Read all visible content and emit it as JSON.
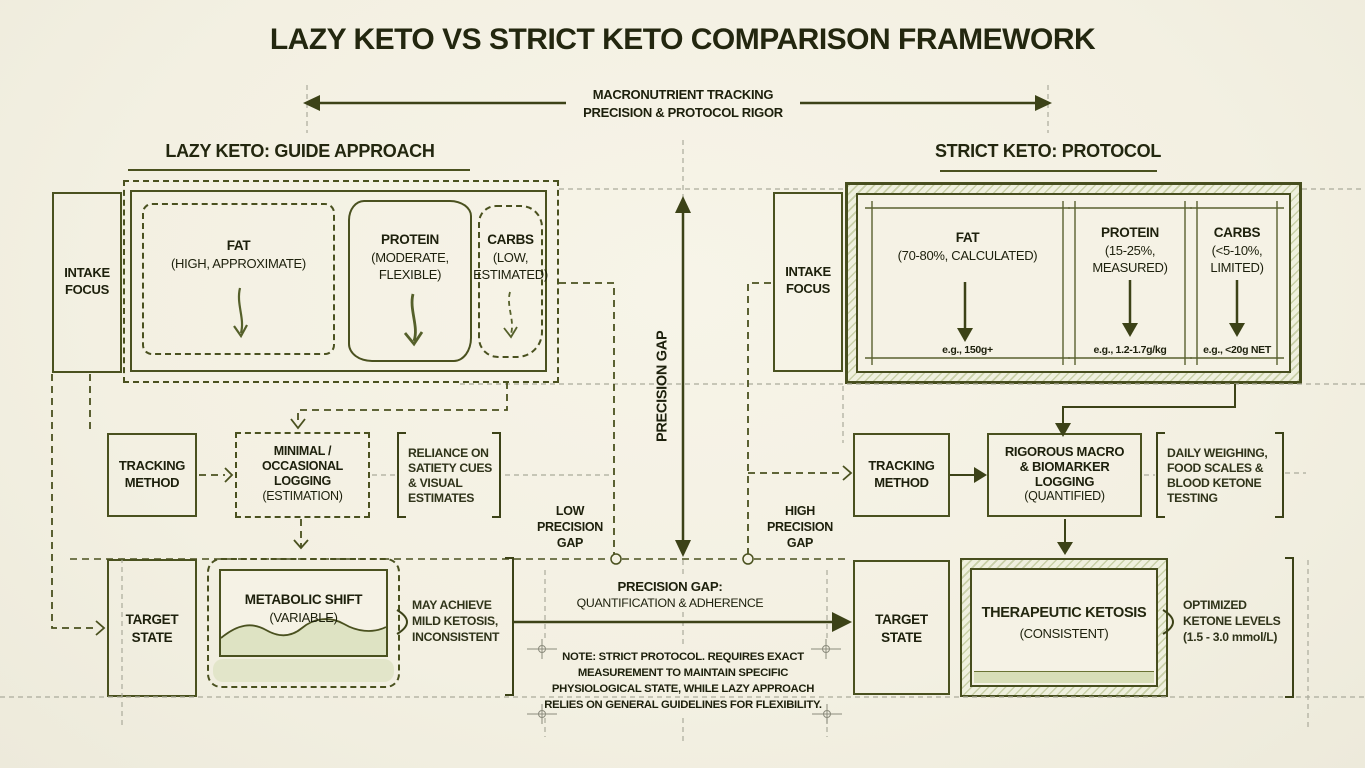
{
  "colors": {
    "background": "#f3f0e2",
    "line_olive": "#4a511f",
    "line_dark": "#3c4217",
    "text_dark": "#1d200c",
    "guide_gray": "#abab9b",
    "hatch_green": "#c9d0a8",
    "fill_light_green": "#dee3c3"
  },
  "title": "LAZY KETO VS STRICT KETO COMPARISON FRAMEWORK",
  "axis": {
    "line1": "MACRONUTRIENT TRACKING",
    "line2": "PRECISION & PROTOCOL RIGOR"
  },
  "center_gap_label": "PRECISION GAP",
  "lazy": {
    "header": "LAZY KETO: GUIDE APPROACH",
    "intake": {
      "line1": "INTAKE",
      "line2": "FOCUS"
    },
    "fat": {
      "name": "FAT",
      "detail": "(HIGH, APPROXIMATE)"
    },
    "protein": {
      "name": "PROTEIN",
      "detail1": "(MODERATE,",
      "detail2": "FLEXIBLE)"
    },
    "carbs": {
      "name": "CARBS",
      "detail1": "(LOW,",
      "detail2": "ESTIMATED)"
    },
    "tracking": {
      "line1": "TRACKING",
      "line2": "METHOD"
    },
    "logging": {
      "line1": "MINIMAL /",
      "line2": "OCCASIONAL",
      "line3": "LOGGING",
      "line4": "(ESTIMATION)"
    },
    "logging_note": {
      "line1": "RELIANCE ON",
      "line2": "SATIETY CUES",
      "line3": "& VISUAL",
      "line4": "ESTIMATES"
    },
    "gap": {
      "line1": "LOW",
      "line2": "PRECISION",
      "line3": "GAP"
    },
    "target": {
      "line1": "TARGET",
      "line2": "STATE"
    },
    "state": {
      "name": "METABOLIC SHIFT",
      "detail": "(VARIABLE)"
    },
    "outcome": {
      "line1": "MAY ACHIEVE",
      "line2": "MILD KETOSIS,",
      "line3": "INCONSISTENT"
    }
  },
  "strict": {
    "header": "STRICT KETO: PROTOCOL",
    "intake": {
      "line1": "INTAKE",
      "line2": "FOCUS"
    },
    "fat": {
      "name": "FAT",
      "detail": "(70-80%, CALCULATED)",
      "example": "e.g., 150g+"
    },
    "protein": {
      "name": "PROTEIN",
      "detail1": "(15-25%,",
      "detail2": "MEASURED)",
      "example": "e.g., 1.2-1.7g/kg"
    },
    "carbs": {
      "name": "CARBS",
      "detail1": "(<5-10%,",
      "detail2": "LIMITED)",
      "example": "e.g., <20g NET"
    },
    "tracking": {
      "line1": "TRACKING",
      "line2": "METHOD"
    },
    "logging": {
      "line1": "RIGOROUS MACRO",
      "line2": "& BIOMARKER",
      "line3": "LOGGING",
      "line4": "(QUANTIFIED)"
    },
    "logging_note": {
      "line1": "DAILY WEIGHING,",
      "line2": "FOOD SCALES &",
      "line3": "BLOOD KETONE",
      "line4": "TESTING"
    },
    "gap": {
      "line1": "HIGH",
      "line2": "PRECISION",
      "line3": "GAP"
    },
    "target": {
      "line1": "TARGET",
      "line2": "STATE"
    },
    "state": {
      "name": "THERAPEUTIC KETOSIS",
      "detail": "(CONSISTENT)"
    },
    "outcome": {
      "line1": "OPTIMIZED",
      "line2": "KETONE LEVELS",
      "line3": "(1.5 - 3.0 mmol/L)"
    }
  },
  "gap_arrow": {
    "line1": "PRECISION GAP:",
    "line2": "QUANTIFICATION & ADHERENCE"
  },
  "note": {
    "line1": "NOTE: STRICT PROTOCOL. REQUIRES EXACT",
    "line2": "MEASUREMENT TO MAINTAIN SPECIFIC",
    "line3": "PHYSIOLOGICAL STATE, WHILE LAZY APPROACH",
    "line4": "RELIES ON GENERAL GUIDELINES FOR FLEXIBILITY."
  }
}
